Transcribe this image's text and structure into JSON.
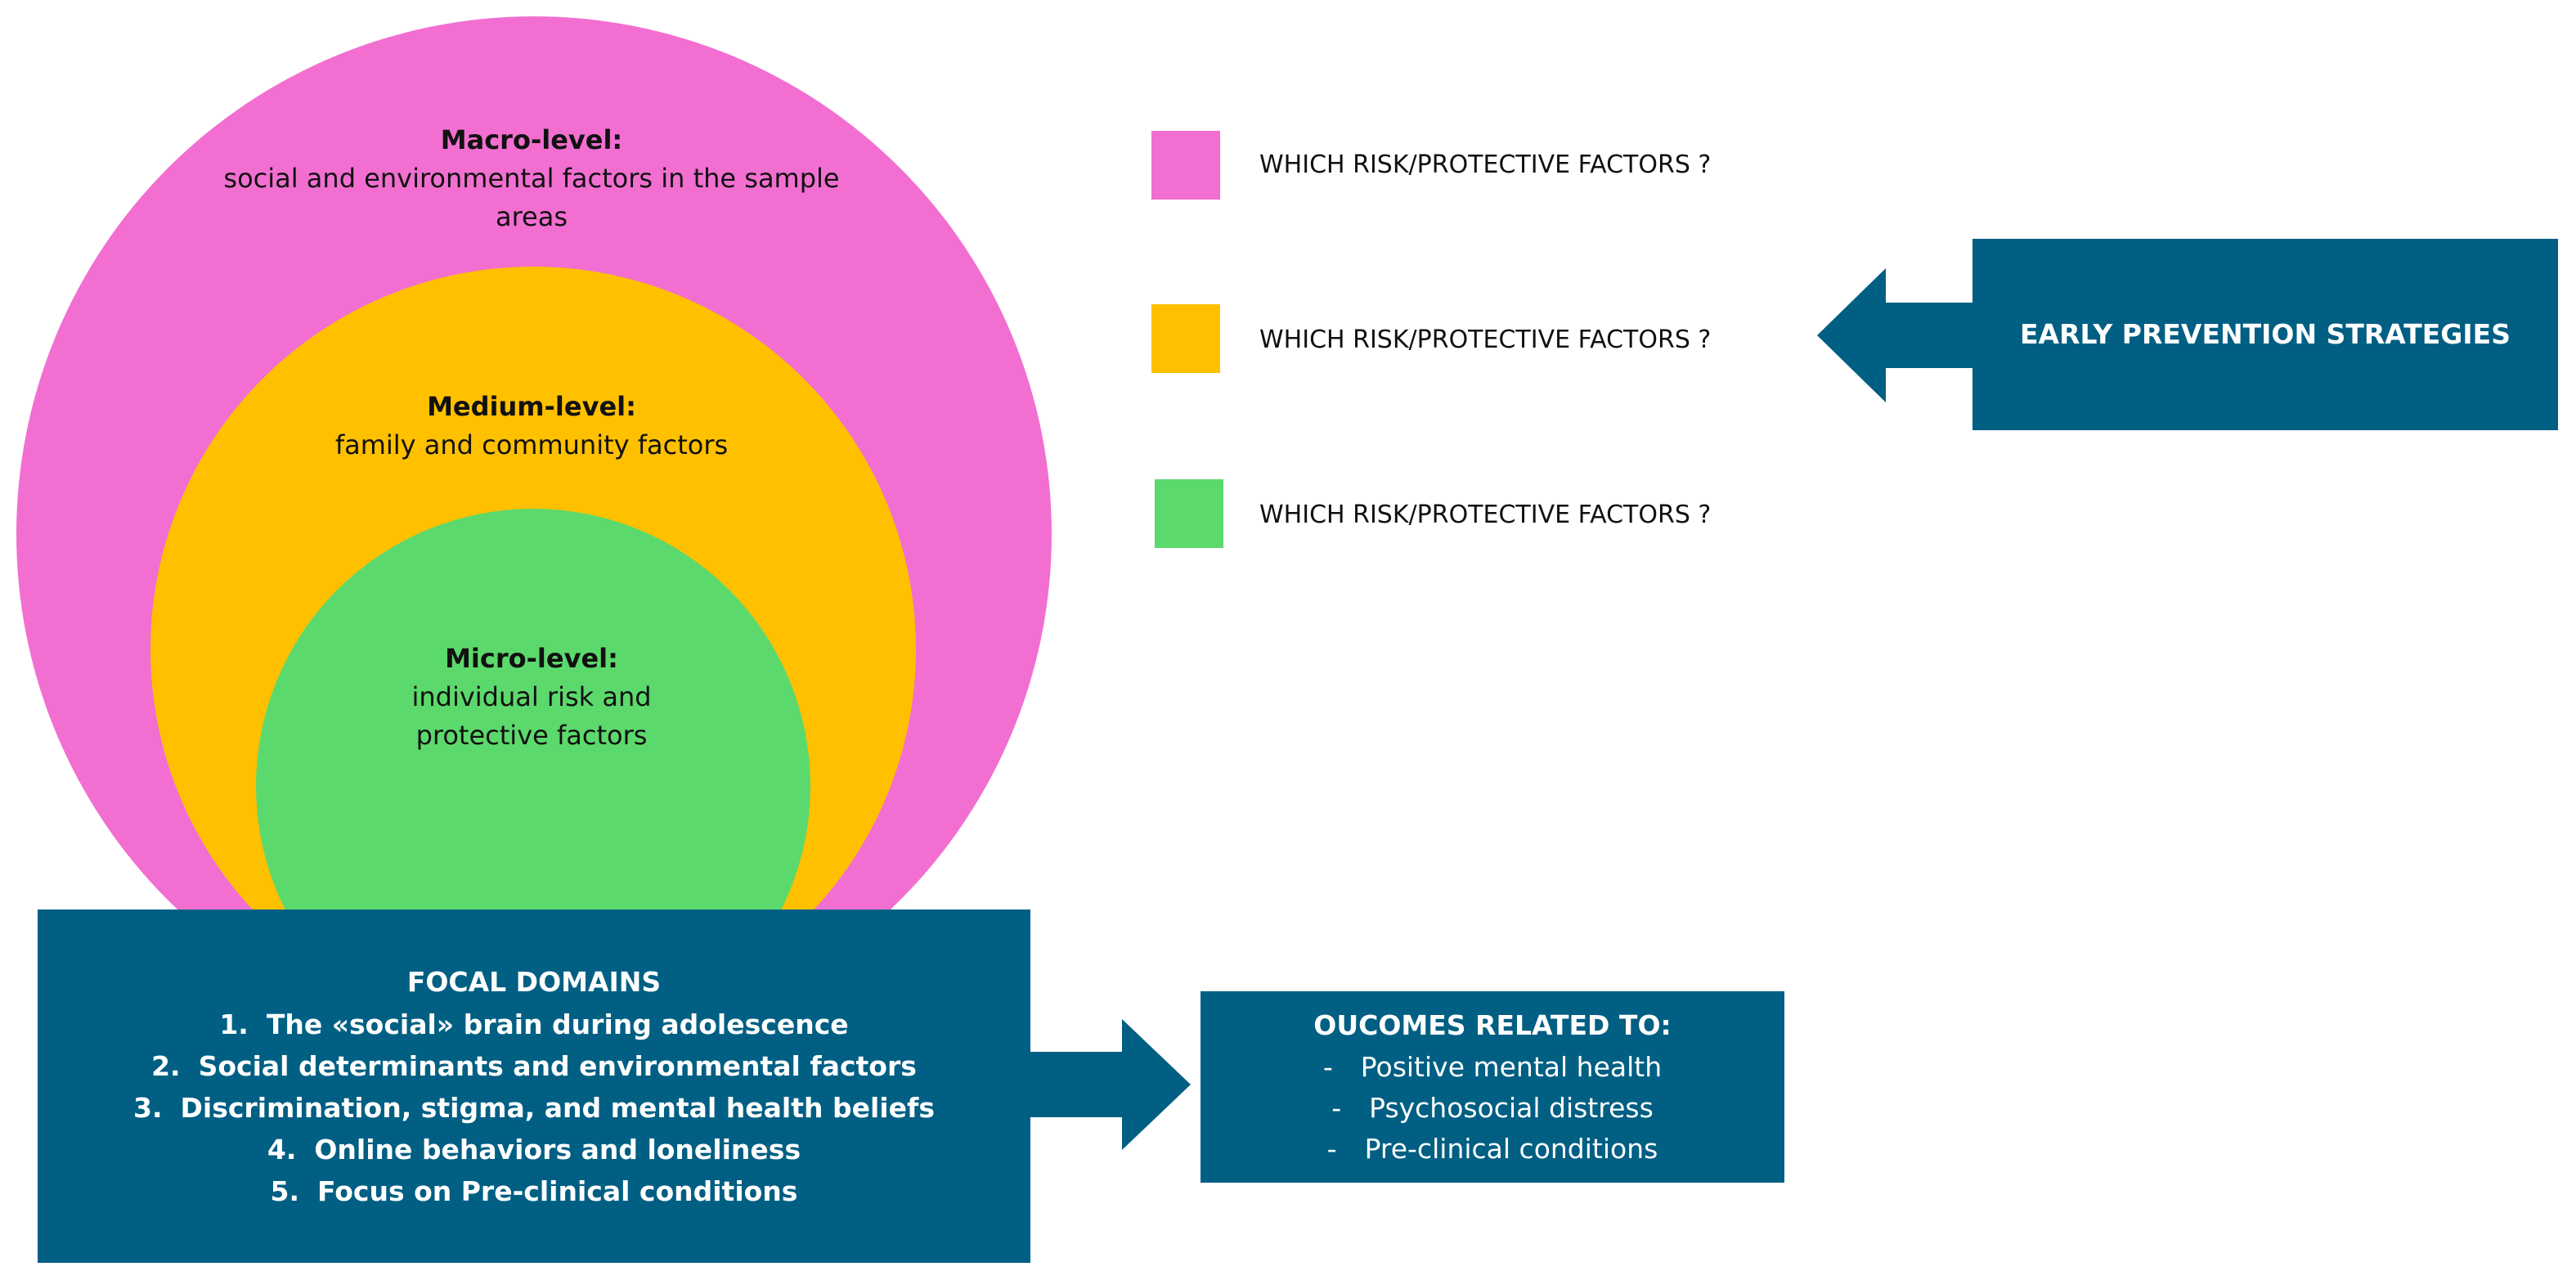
{
  "colors": {
    "macro": "#f26fd1",
    "medium": "#ffc000",
    "micro": "#5cd96c",
    "box": "#005f83",
    "box_text": "#ffffff"
  },
  "levels": {
    "macro": {
      "title": "Macro-level:",
      "desc_line1": "social and environmental factors in the sample",
      "desc_line2": "areas"
    },
    "medium": {
      "title": "Medium-level:",
      "desc_line1": "family and community factors"
    },
    "micro": {
      "title": "Micro-level:",
      "desc_line1": "individual risk and",
      "desc_line2": "protective factors"
    }
  },
  "legend": [
    {
      "level": "macro",
      "text": "WHICH RISK/PROTECTIVE FACTORS ?"
    },
    {
      "level": "medium",
      "text": "WHICH RISK/PROTECTIVE FACTORS ?"
    },
    {
      "level": "micro",
      "text": "WHICH RISK/PROTECTIVE FACTORS ?"
    }
  ],
  "prevention": {
    "label": "EARLY PREVENTION STRATEGIES"
  },
  "focal_domains": {
    "title": "FOCAL DOMAINS",
    "items": [
      {
        "num": "1.",
        "text": "The «social» brain during adolescence"
      },
      {
        "num": "2.",
        "text": "Social determinants and environmental factors"
      },
      {
        "num": "3.",
        "text": "Discrimination, stigma, and mental health beliefs"
      },
      {
        "num": "4.",
        "text": "Online behaviors and loneliness"
      },
      {
        "num": "5.",
        "text": "Focus on Pre-clinical conditions"
      }
    ]
  },
  "outcomes": {
    "title": "OUCOMES RELATED TO:",
    "items": [
      {
        "dash": "-",
        "text": "Positive mental health"
      },
      {
        "dash": "-",
        "text": "Psychosocial distress"
      },
      {
        "dash": "-",
        "text": "Pre-clinical conditions"
      }
    ]
  }
}
